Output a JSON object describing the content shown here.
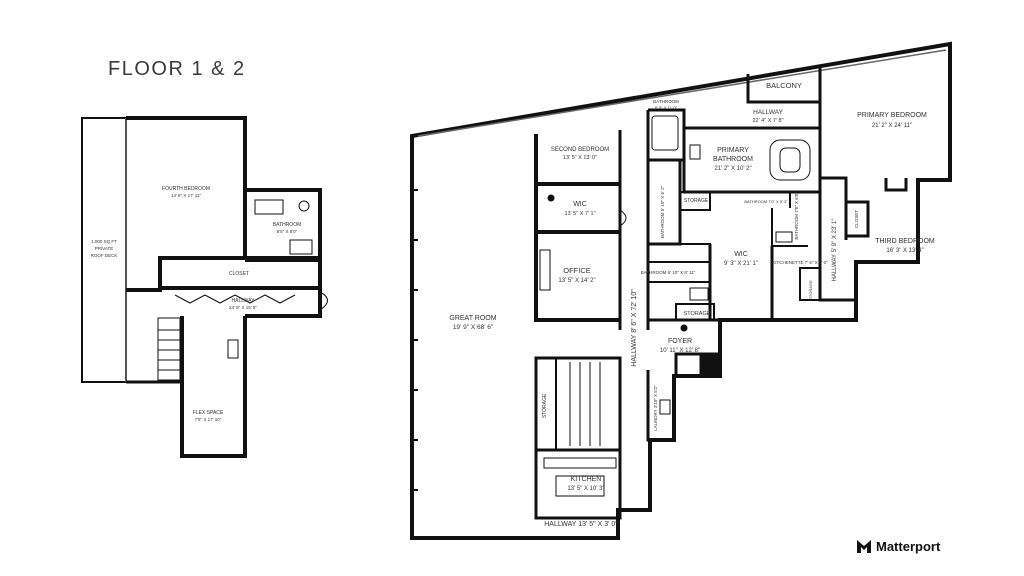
{
  "title": "FLOOR 1 & 2",
  "brand": "Matterport",
  "floor_left": {
    "roof_deck": [
      "1,000 SQ FT",
      "PRIVATE",
      "ROOF DECK"
    ],
    "fourth_bedroom": {
      "name": "FOURTH BEDROOM",
      "dims": "14' 8\" X 17' 11\""
    },
    "bathroom": {
      "name": "BATHROOM",
      "dims": "8'5\" X 8'0\""
    },
    "closet": "CLOSET",
    "hallway": {
      "name": "HALLWAY",
      "dims": "24' 5\" X 15' 8\""
    },
    "flex_space": {
      "name": "FLEX SPACE",
      "dims": "7'9\" X 17' 10\""
    }
  },
  "floor_right": {
    "balcony": "BALCONY",
    "hallway_top": {
      "name": "HALLWAY",
      "dims": "22' 4\" X 7' 8\""
    },
    "primary_bedroom": {
      "name": "PRIMARY BEDROOM",
      "dims": "21' 2\" X 24' 11\""
    },
    "bathroom_top": {
      "name": "BATHROOM",
      "dims": "6' 8\" X 11' 0\""
    },
    "primary_bathroom": {
      "name": "PRIMARY",
      "name2": "BATHROOM",
      "dims": "21' 2\" X 10' 2\""
    },
    "second_bedroom": {
      "name": "SECOND BEDROOM",
      "dims": "13' 5\" X 13' 0\""
    },
    "wic_left": {
      "name": "WIC",
      "dims": "13' 5\" X 7' 1\""
    },
    "office": {
      "name": "OFFICE",
      "dims": "13' 5\" X 14' 2\""
    },
    "great_room": {
      "name": "GREAT ROOM",
      "dims": "19' 9\" X 68' 6\""
    },
    "hallway_vert": "HALLWAY 8' 6\" X 72' 10\"",
    "bathroom_small": "BATHROOM 5' 10\" X 6' 2\"",
    "storage_a": "STORAGE",
    "bathroom_mid": "BATHROOM 7'0\" X 5' 3\"",
    "bathroom_side": "BATHROOM 7'6\" X 6'8\"",
    "wic_mid": {
      "name": "WIC",
      "dims": "9' 3\" X 21' 1\""
    },
    "kitchenette": "KITCHENETTE 7' 6\" X 6' 0\"",
    "bathroom_low": "BATHROOM 6' 10\" X 8' 11\"",
    "storage_b": "STORAGE",
    "foyer": {
      "name": "FOYER",
      "dims": "10' 11\" X 12' 8\""
    },
    "hallway_right": "HALLWAY 5' 9\" X 23' 1\"",
    "closet": "CLOSET",
    "third_bedroom": {
      "name": "THIRD BEDROOM",
      "dims": "16' 3\" X 13' 4\""
    },
    "storage_c": "STORAGE",
    "storage_d": "STORAGE",
    "laundry": "LAUNDRY 3'10\" X 5'2\"",
    "kitchen": {
      "name": "KITCHEN",
      "dims": "13' 5\" X 10' 3\""
    },
    "hallway_bottom": "HALLWAY 13' 5\" X 3' 0\""
  }
}
